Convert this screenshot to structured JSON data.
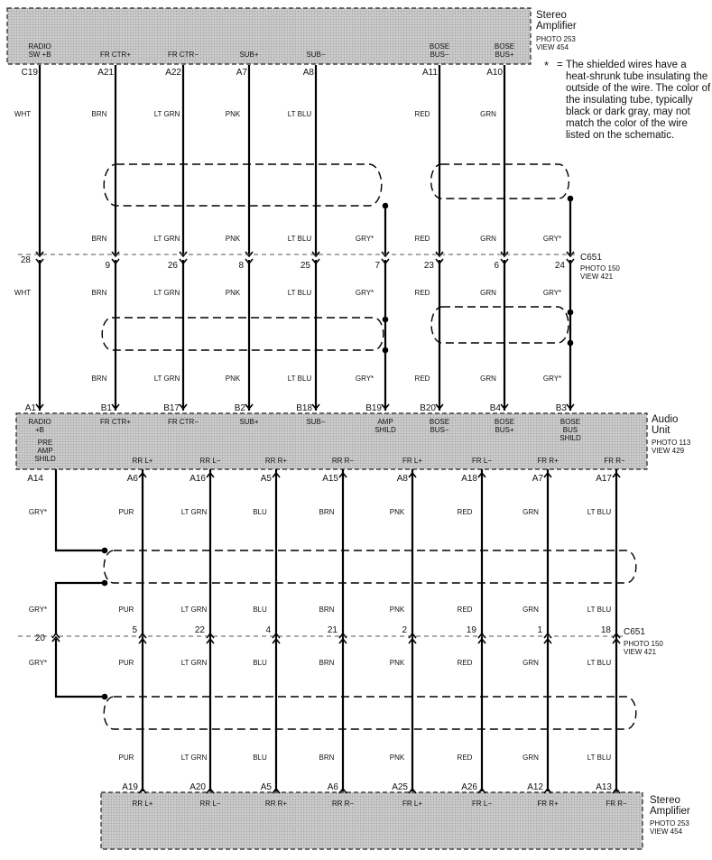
{
  "top_box": {
    "title": [
      "Stereo",
      "Amplifier"
    ],
    "photo": "PHOTO 253",
    "view": "VIEW 454",
    "pins": [
      {
        "label": [
          "RADIO",
          "SW +B"
        ],
        "pin": "C19"
      },
      {
        "label": [
          "FR CTR+"
        ],
        "pin": "A21"
      },
      {
        "label": [
          "FR CTR−"
        ],
        "pin": "A22"
      },
      {
        "label": [
          "SUB+"
        ],
        "pin": "A7"
      },
      {
        "label": [
          "SUB−"
        ],
        "pin": "A8"
      },
      {
        "label": [
          "BOSE",
          "BUS−"
        ],
        "pin": "A11"
      },
      {
        "label": [
          "BOSE",
          "BUS+"
        ],
        "pin": "A10"
      }
    ]
  },
  "note": {
    "star": "*",
    "eq": "=",
    "text": "The shielded wires have a heat-shrunk tube insulating the outside of the wire. The color of the insulating tube, typically black or dark gray, may not match the color of the wire listed on the schematic."
  },
  "upper_wires": {
    "top_colors": [
      "WHT",
      "BRN",
      "LT GRN",
      "PNK",
      "LT BLU",
      "RED",
      "GRN"
    ],
    "above_conn_colors": [
      "BRN",
      "LT GRN",
      "PNK",
      "LT BLU",
      "GRY*",
      "RED",
      "GRN",
      "GRY*"
    ],
    "connector": {
      "name": "C651",
      "photo": "PHOTO 150",
      "view": "VIEW 421",
      "pins": [
        "28",
        "9",
        "26",
        "8",
        "25",
        "7",
        "23",
        "6",
        "24"
      ]
    },
    "below_conn_colors": [
      "WHT",
      "BRN",
      "LT GRN",
      "PNK",
      "LT BLU",
      "GRY*",
      "RED",
      "GRN",
      "GRY*"
    ],
    "bottom_colors": [
      "BRN",
      "LT GRN",
      "PNK",
      "LT BLU",
      "GRY*",
      "RED",
      "GRN",
      "GRY*"
    ]
  },
  "audio_unit": {
    "title": [
      "Audio",
      "Unit"
    ],
    "photo": "PHOTO 113",
    "view": "VIEW 429",
    "top_pins": [
      {
        "pin": "A1",
        "label": [
          "RADIO",
          "+B"
        ]
      },
      {
        "pin": "B1",
        "label": [
          "FR CTR+"
        ]
      },
      {
        "pin": "B17",
        "label": [
          "FR CTR−"
        ]
      },
      {
        "pin": "B2",
        "label": [
          "SUB+"
        ]
      },
      {
        "pin": "B18",
        "label": [
          "SUB−"
        ]
      },
      {
        "pin": "B19",
        "label": [
          "AMP",
          "SHILD"
        ]
      },
      {
        "pin": "B20",
        "label": [
          "BOSE",
          "BUS−"
        ]
      },
      {
        "pin": "B4",
        "label": [
          "BOSE",
          "BUS+"
        ]
      },
      {
        "pin": "B3",
        "label": [
          "BOSE",
          "BUS",
          "SHILD"
        ]
      }
    ],
    "bottom_pins": [
      {
        "pin": "A14",
        "label": [
          "PRE",
          "AMP",
          "SHILD"
        ]
      },
      {
        "pin": "A6",
        "label": [
          "RR L+"
        ]
      },
      {
        "pin": "A16",
        "label": [
          "RR L−"
        ]
      },
      {
        "pin": "A5",
        "label": [
          "RR R+"
        ]
      },
      {
        "pin": "A15",
        "label": [
          "RR R−"
        ]
      },
      {
        "pin": "A8",
        "label": [
          "FR L+"
        ]
      },
      {
        "pin": "A18",
        "label": [
          "FR L−"
        ]
      },
      {
        "pin": "A7",
        "label": [
          "FR R+"
        ]
      },
      {
        "pin": "A17",
        "label": [
          "FR R−"
        ]
      }
    ]
  },
  "lower_wires": {
    "top_colors": [
      "GRY*",
      "PUR",
      "LT GRN",
      "BLU",
      "BRN",
      "PNK",
      "RED",
      "GRN",
      "LT BLU"
    ],
    "above_conn_colors": [
      "GRY*",
      "PUR",
      "LT GRN",
      "BLU",
      "BRN",
      "PNK",
      "RED",
      "GRN",
      "LT BLU"
    ],
    "connector": {
      "name": "C651",
      "photo": "PHOTO 150",
      "view": "VIEW 421",
      "pins": [
        "20",
        "5",
        "22",
        "4",
        "21",
        "2",
        "19",
        "1",
        "18"
      ]
    },
    "below_conn_colors": [
      "GRY*",
      "PUR",
      "LT GRN",
      "BLU",
      "BRN",
      "PNK",
      "RED",
      "GRN",
      "LT BLU"
    ],
    "bottom_colors": [
      "PUR",
      "LT GRN",
      "BLU",
      "BRN",
      "PNK",
      "RED",
      "GRN",
      "LT BLU"
    ]
  },
  "bottom_box": {
    "title": [
      "Stereo",
      "Amplifier"
    ],
    "photo": "PHOTO 253",
    "view": "VIEW 454",
    "pins": [
      {
        "pin": "A19",
        "label": [
          "RR L+"
        ]
      },
      {
        "pin": "A20",
        "label": [
          "RR L−"
        ]
      },
      {
        "pin": "A5",
        "label": [
          "RR R+"
        ]
      },
      {
        "pin": "A6",
        "label": [
          "RR R−"
        ]
      },
      {
        "pin": "A25",
        "label": [
          "FR L+"
        ]
      },
      {
        "pin": "A26",
        "label": [
          "FR L−"
        ]
      },
      {
        "pin": "A12",
        "label": [
          "FR R+"
        ]
      },
      {
        "pin": "A13",
        "label": [
          "FR R−"
        ]
      }
    ]
  }
}
